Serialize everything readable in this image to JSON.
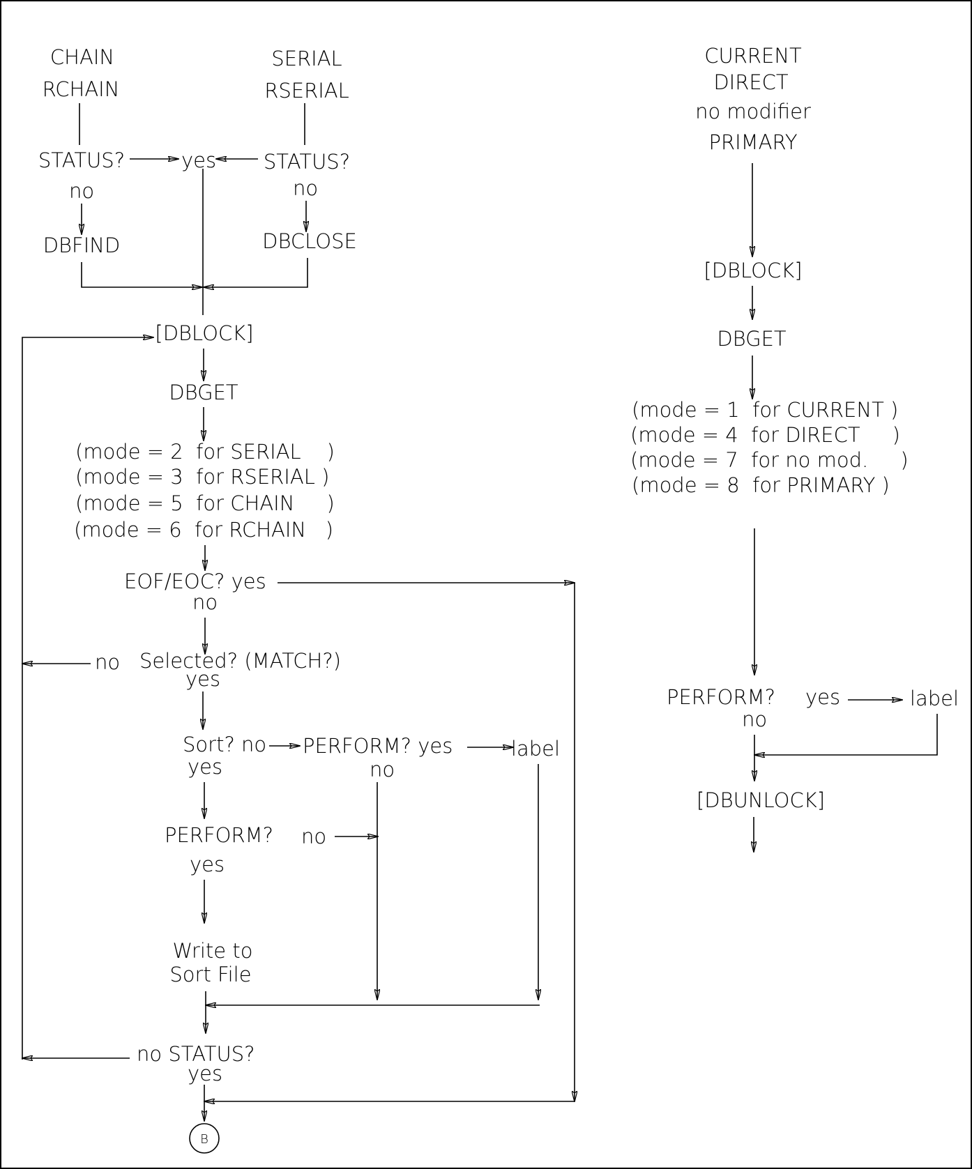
{
  "labels": {
    "chain": "CHAIN",
    "rchain": "RCHAIN",
    "serial": "SERIAL",
    "rserial": "RSERIAL",
    "status_left": "STATUS?",
    "yes_top": "yes",
    "status_right": "STATUS?",
    "no_left": "no",
    "no_right": "no",
    "dbfind": "DBFIND",
    "dbclose": "DBCLOSE",
    "dblock_left": "[DBLOCK]",
    "dbget_left": "DBGET",
    "mode2": "(mode = 2  for SERIAL    )",
    "mode3": "(mode = 3  for RSERIAL )",
    "mode5": "(mode = 5  for CHAIN     )",
    "mode6": "(mode = 6  for RCHAIN   )",
    "eof": "EOF/EOC? yes",
    "eof_no": "no",
    "sel_no": "no",
    "selected": "Selected? (MATCH?)",
    "sel_yes": "yes",
    "sort": "Sort? no",
    "perform_mid": "PERFORM? yes",
    "label_mid": "label",
    "sort_yes": "yes",
    "perform_mid_no": "no",
    "perform_left": "PERFORM?",
    "perform_left_no": "no",
    "perform_left_yes": "yes",
    "write1": "Write to",
    "write2": "Sort File",
    "status_bottom": "no STATUS?",
    "status_bottom_yes": "yes",
    "connector": "B",
    "current": "CURRENT",
    "direct": "DIRECT",
    "nomod": "no modifier",
    "primary": "PRIMARY",
    "dblock_right": "[DBLOCK]",
    "dbget_right": "DBGET",
    "mode1r": "(mode = 1  for CURRENT )",
    "mode4r": "(mode = 4  for DIRECT     )",
    "mode7r": "(mode = 7  for no mod.     )",
    "mode8r": "(mode = 8  for PRIMARY )",
    "perform_right": "PERFORM?",
    "perform_right_yes": "yes",
    "label_right": "label",
    "perform_right_no": "no",
    "dbunlock": "[DBUNLOCK]"
  }
}
